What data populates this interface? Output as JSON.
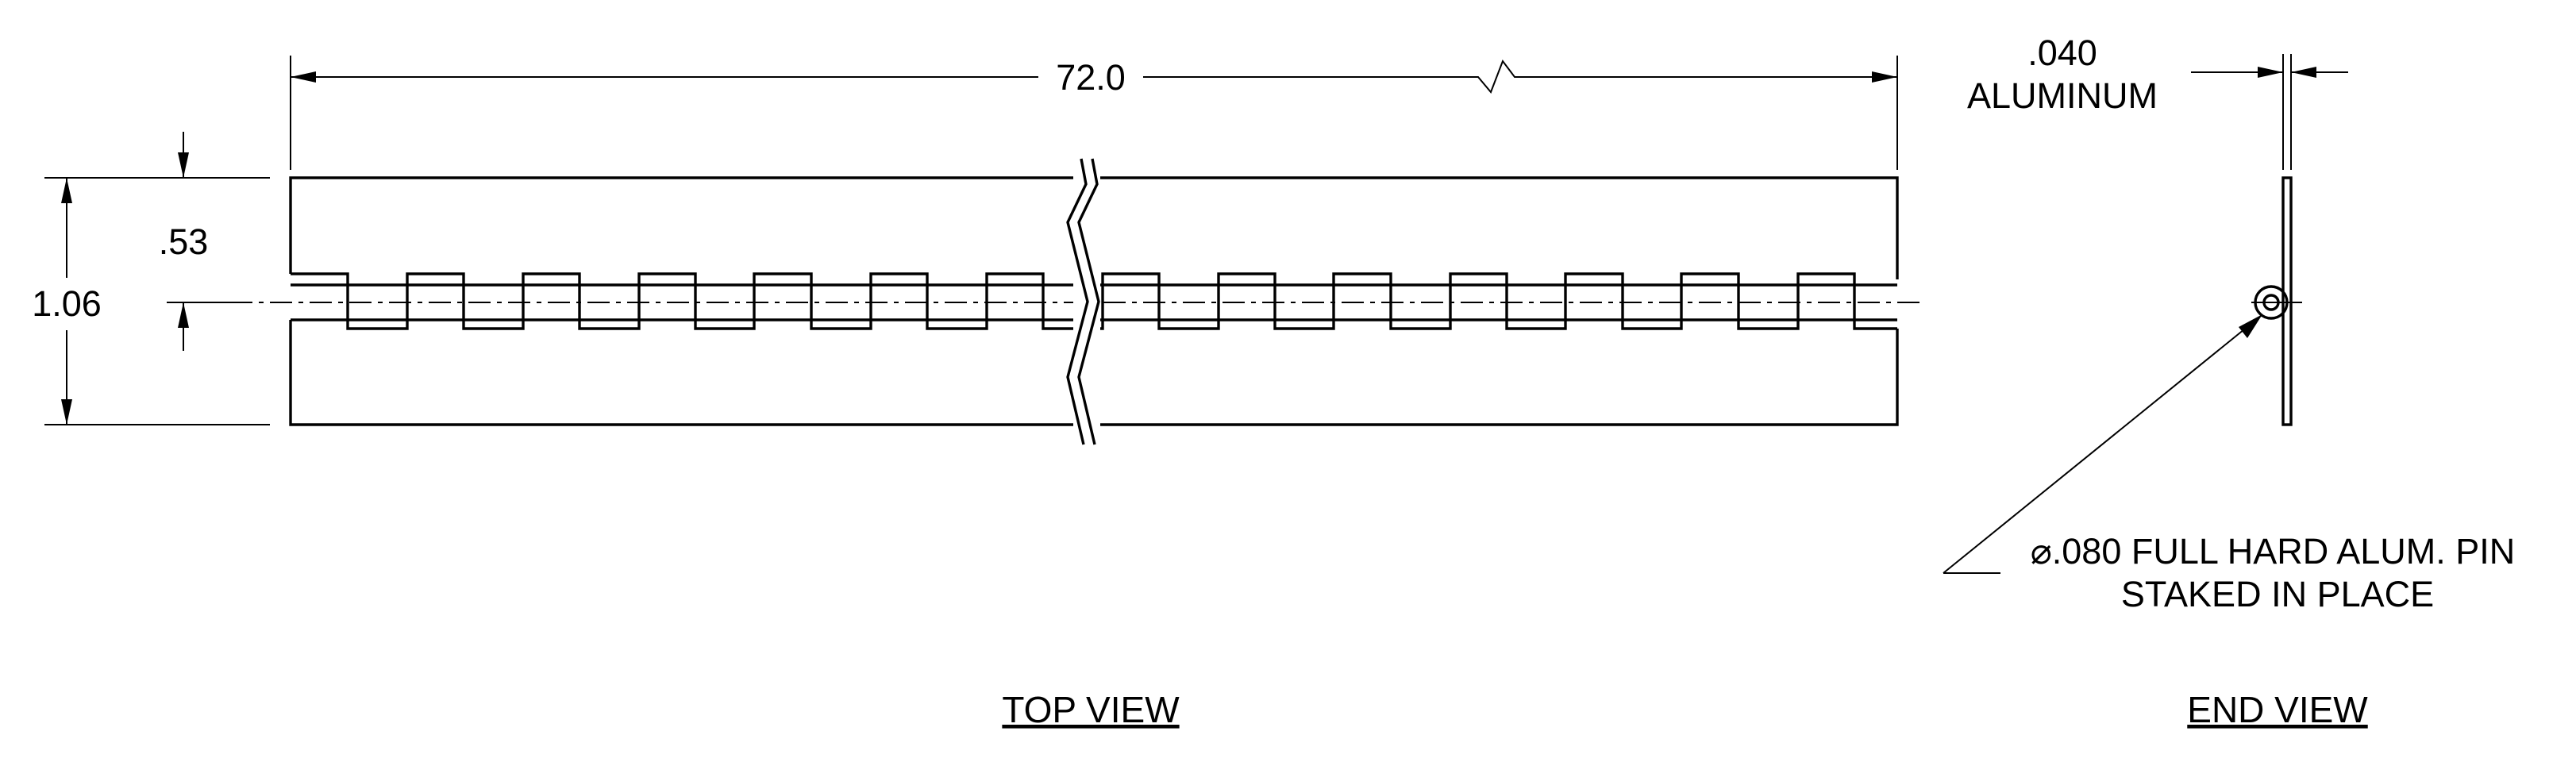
{
  "top_view": {
    "title": "TOP VIEW",
    "length_dim": "72.0",
    "width_dim": "1.06",
    "half_width_dim": ".53"
  },
  "end_view": {
    "title": "END VIEW",
    "thickness_dim": ".040",
    "material": "ALUMINUM",
    "pin_note_line1": "⌀.080 FULL HARD ALUM. PIN",
    "pin_note_line2": "STAKED IN PLACE"
  }
}
